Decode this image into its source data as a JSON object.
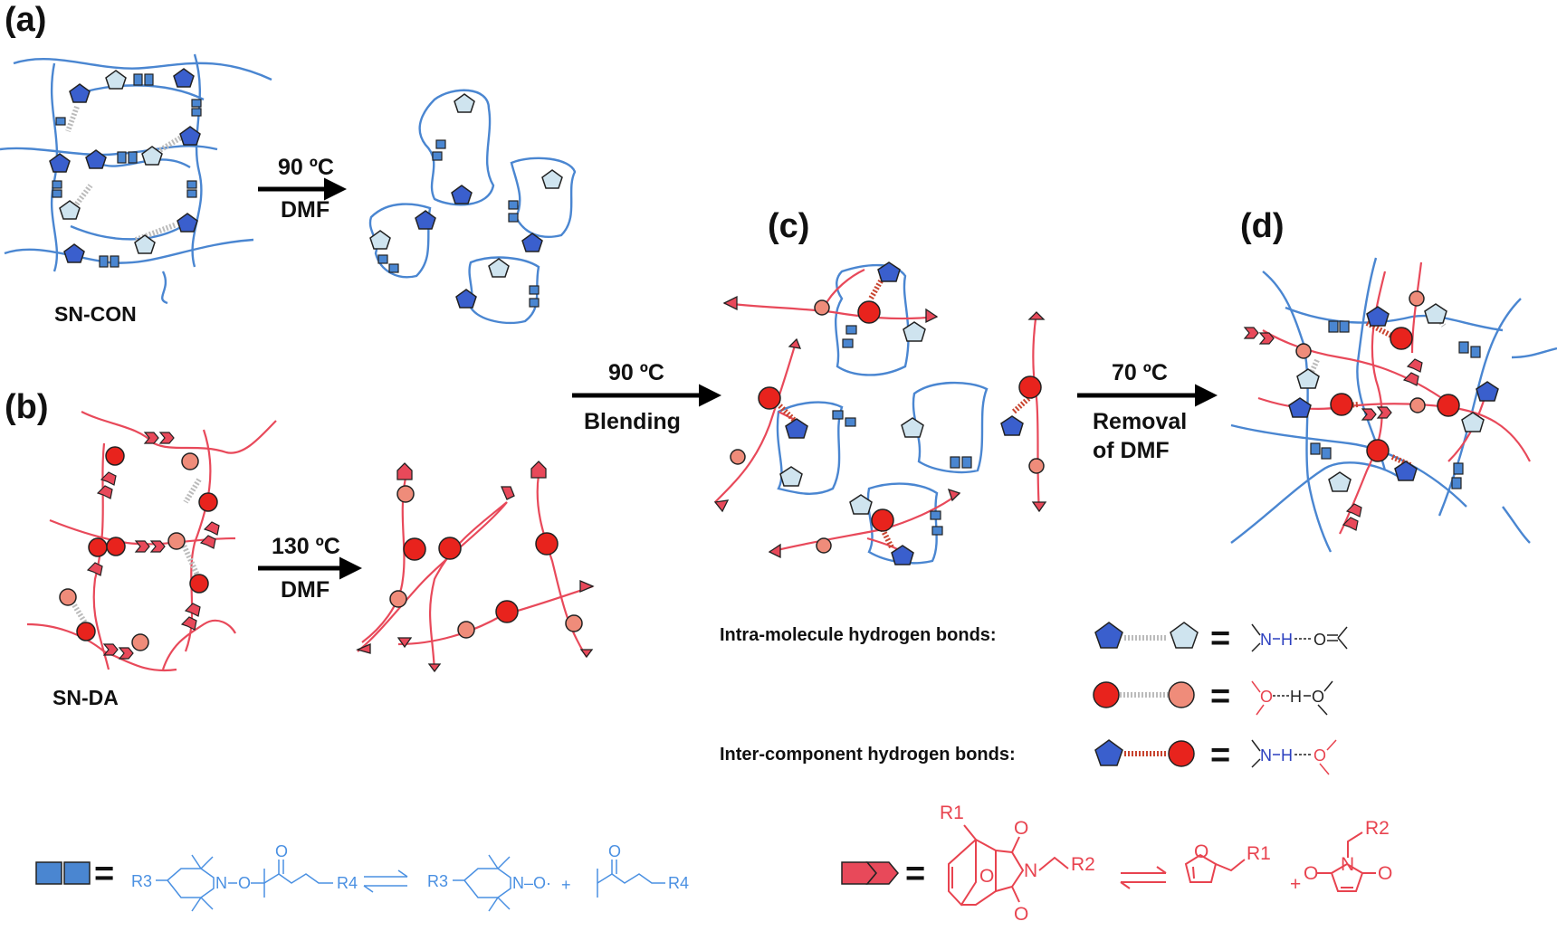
{
  "panels": {
    "a": "(a)",
    "b": "(b)",
    "c": "(c)",
    "d": "(d)"
  },
  "labels": {
    "sn_con": "SN-CON",
    "sn_da": "SN-DA"
  },
  "arrows": {
    "a": {
      "temp": "90 ºC",
      "solvent": "DMF"
    },
    "b": {
      "temp": "130 ºC",
      "solvent": "DMF"
    },
    "c": {
      "temp": "90 ºC",
      "process": "Blending"
    },
    "d": {
      "temp": "70 ºC",
      "process_line1": "Removal",
      "process_line2": "of DMF"
    }
  },
  "legend": {
    "intra": "Intra-molecule hydrogen bonds:",
    "inter": "Inter-component hydrogen bonds:",
    "eq": "=",
    "nh_o_c": {
      "n": "N",
      "h": "H",
      "o": "O"
    },
    "oh_o": {
      "o": "O",
      "h": "H",
      "o2": "O"
    },
    "nh_o": {
      "n": "N",
      "h": "H",
      "o": "O"
    }
  },
  "chem_blue": {
    "eq": "=",
    "r3": "R3",
    "r4": "R4",
    "n": "N",
    "o": "O",
    "no_rad": "N–O·",
    "plus": "+",
    "ketone_o": "O"
  },
  "chem_red": {
    "eq": "=",
    "r1": "R1",
    "r2": "R2",
    "o": "O",
    "n": "N",
    "plus": "+"
  },
  "colors": {
    "blue_chain": "#4a86d1",
    "red_chain": "#e8495a",
    "dark_pentagon": "#3a5fcd",
    "light_pentagon": "#cfe4ef",
    "dark_circle": "#e8231d",
    "light_circle": "#ef8c7a",
    "hbond_gray": "#bbbbbb",
    "hbond_red": "#c8442f"
  }
}
